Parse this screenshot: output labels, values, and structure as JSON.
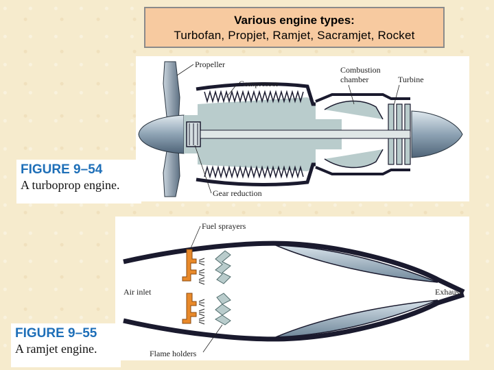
{
  "title": {
    "heading": "Various engine types:",
    "subheading": "Turbofan, Propjet, Ramjet, Sacramjet, Rocket"
  },
  "figures": [
    {
      "id": "turboprop",
      "figure_label": "FIGURE 9–54",
      "caption": "A turboprop engine.",
      "labels": {
        "propeller": "Propeller",
        "compressor": "Compressor",
        "combustion_line1": "Combustion",
        "combustion_line2": "chamber",
        "turbine": "Turbine",
        "gear_reduction": "Gear reduction"
      }
    },
    {
      "id": "ramjet",
      "figure_label": "FIGURE 9–55",
      "caption": "A ramjet engine.",
      "labels": {
        "fuel_sprayers": "Fuel sprayers",
        "air_inlet": "Air inlet",
        "exhaust": "Exhaust",
        "flame_holders": "Flame holders"
      }
    }
  ],
  "colors": {
    "background": "#f6ebcd",
    "title_box": "#f7caa0",
    "figure_label": "#1e6fb8",
    "engine_fill": "#b9cccc",
    "casing": "#1a1a2e",
    "fuel_sprayer": "#e8892a"
  }
}
